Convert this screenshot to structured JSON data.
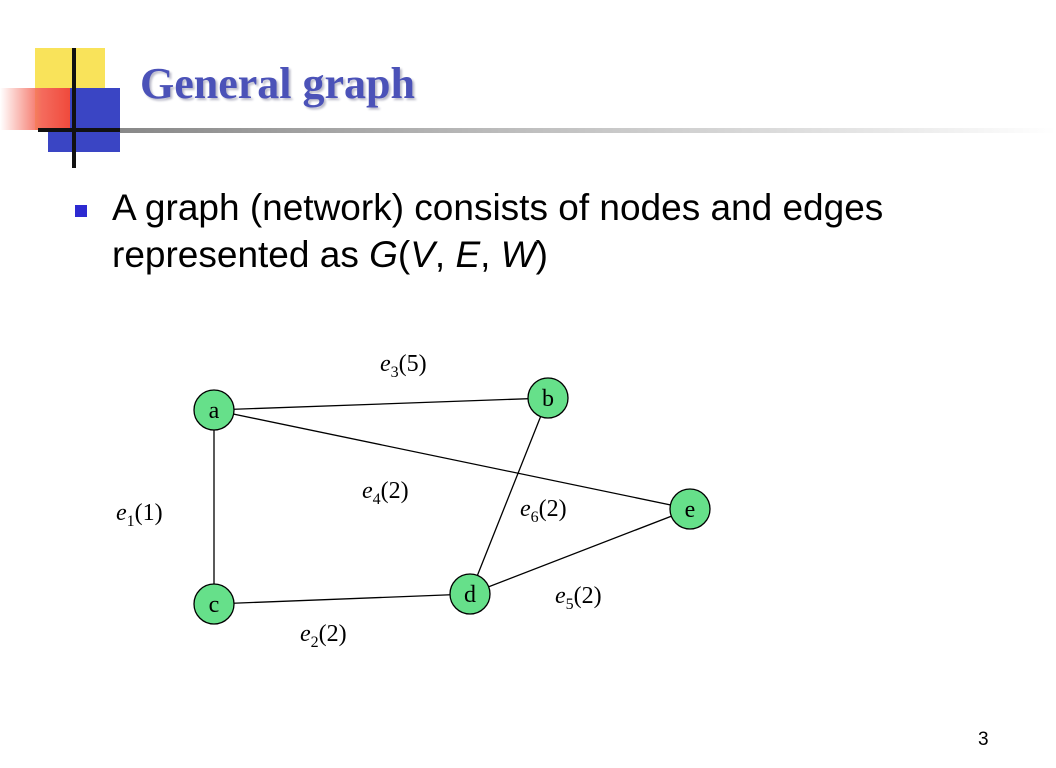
{
  "slide": {
    "title": "General graph",
    "bullet": {
      "prefix": "A graph (network) consists of nodes and edges represented as ",
      "formula": {
        "G": "G",
        "open": "(",
        "V": "V",
        "sep1": ", ",
        "E": "E",
        "sep2": ", ",
        "W": "W",
        "close": ")"
      }
    },
    "page_number": "3"
  },
  "graph": {
    "nodes": [
      {
        "id": "a",
        "label": "a"
      },
      {
        "id": "b",
        "label": "b"
      },
      {
        "id": "c",
        "label": "c"
      },
      {
        "id": "d",
        "label": "d"
      },
      {
        "id": "e",
        "label": "e"
      }
    ],
    "edges": [
      {
        "id": "e1",
        "from": "a",
        "to": "c",
        "name": "e",
        "sub": "1",
        "weight": "(1)"
      },
      {
        "id": "e2",
        "from": "c",
        "to": "d",
        "name": "e",
        "sub": "2",
        "weight": "(2)"
      },
      {
        "id": "e3",
        "from": "a",
        "to": "b",
        "name": "e",
        "sub": "3",
        "weight": "(5)"
      },
      {
        "id": "e4",
        "from": "a",
        "to": "e",
        "name": "e",
        "sub": "4",
        "weight": "(2)"
      },
      {
        "id": "e5",
        "from": "d",
        "to": "e",
        "name": "e",
        "sub": "5",
        "weight": "(2)"
      },
      {
        "id": "e6",
        "from": "b",
        "to": "d",
        "name": "e",
        "sub": "6",
        "weight": "(2)"
      }
    ],
    "node_fill": "#66e08a",
    "edge_color": "#000000"
  }
}
